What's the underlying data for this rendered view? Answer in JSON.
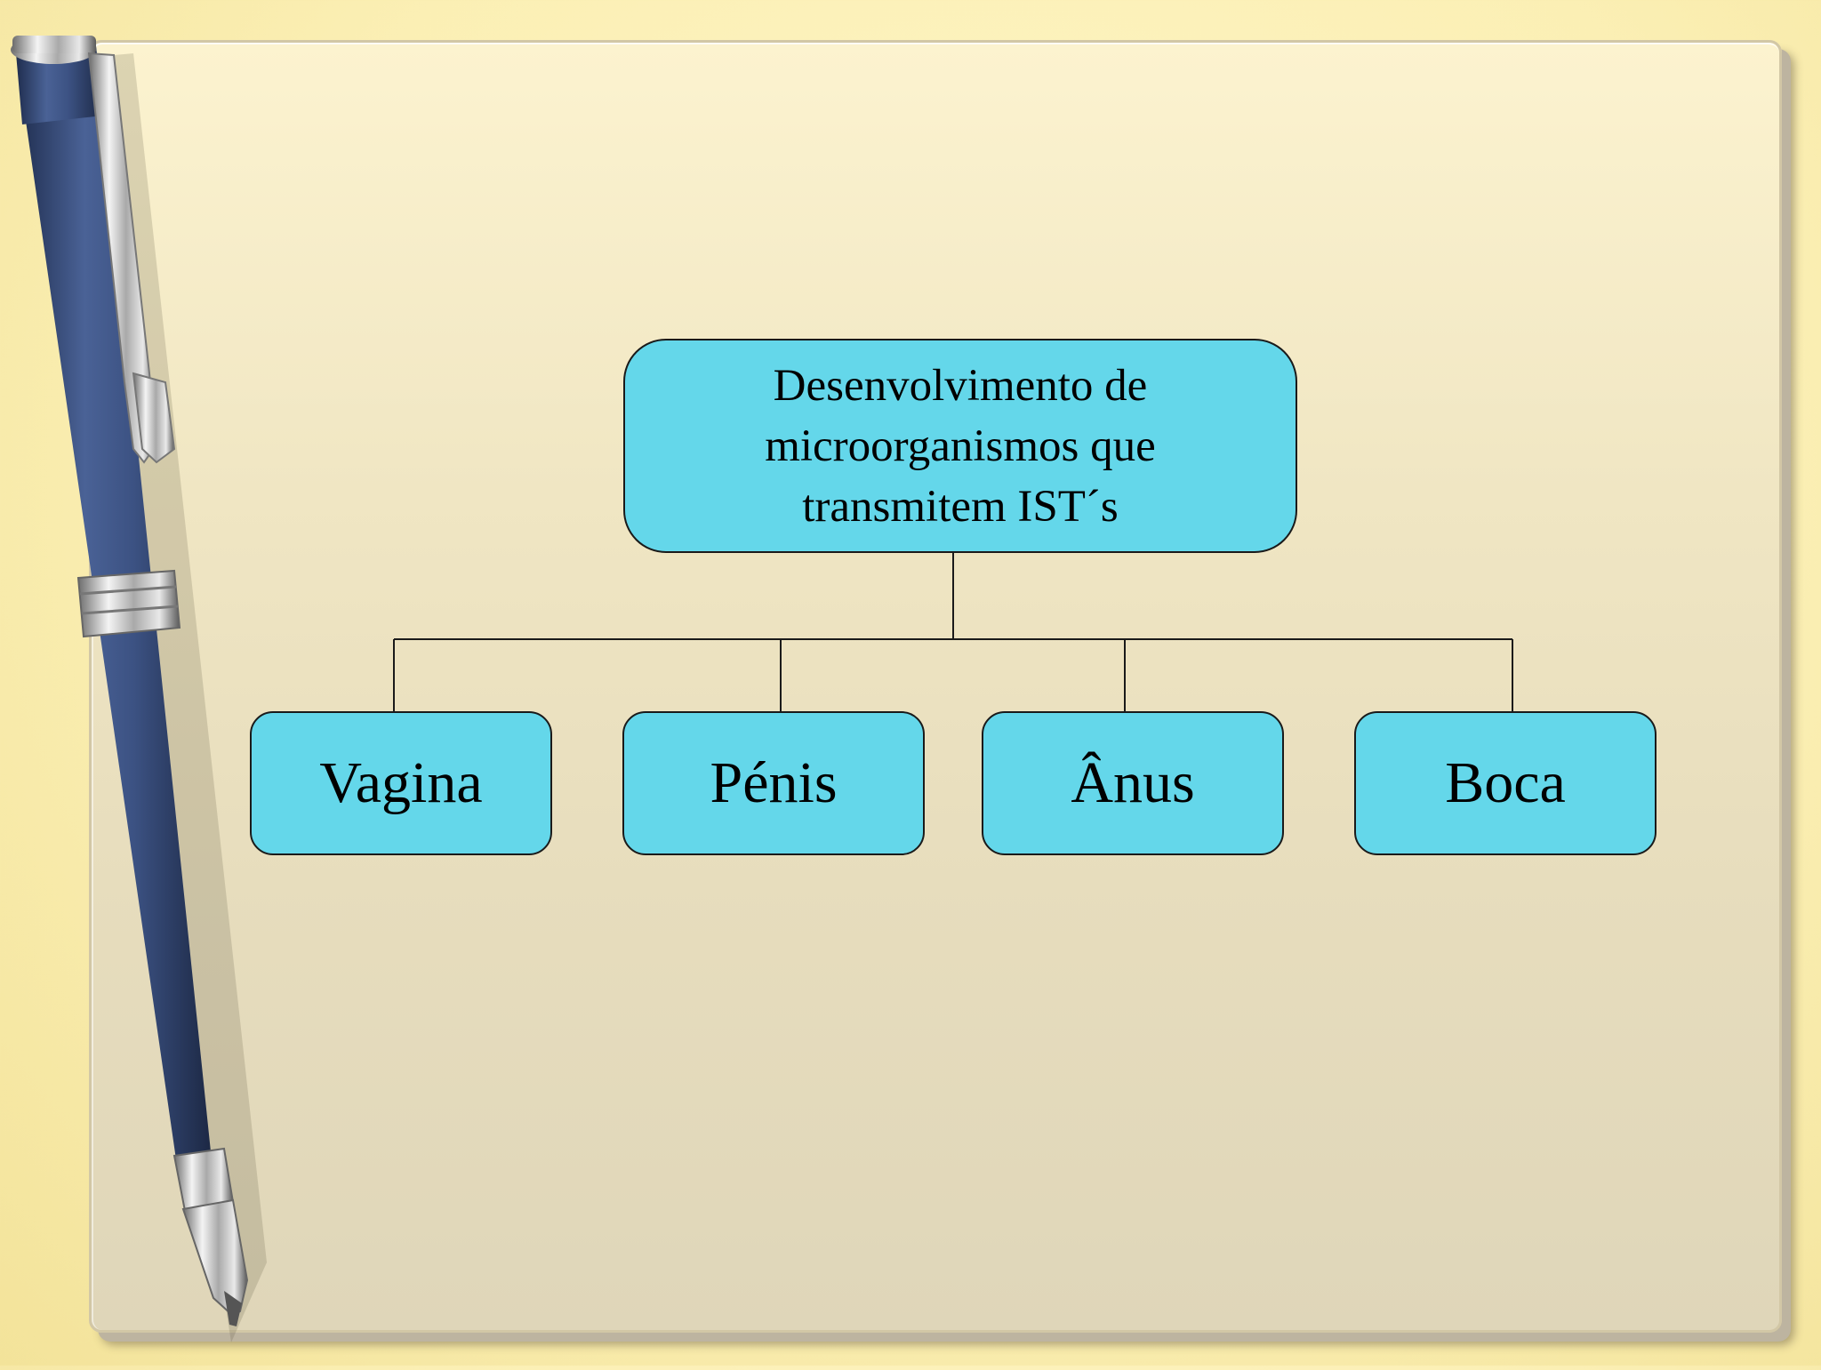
{
  "diagram": {
    "root": {
      "label": "Desenvolvimento de microorganismos que transmitem IST´s"
    },
    "children": [
      {
        "label": "Vagina"
      },
      {
        "label": "Pénis"
      },
      {
        "label": "Ânus"
      },
      {
        "label": "Boca"
      }
    ]
  },
  "colors": {
    "node_fill": "#64d7ea",
    "node_border": "#1a1a1a",
    "background": "#fbefb4",
    "panel": "#efe5c2",
    "pen_body": "#3a4f7e"
  },
  "decorations": {
    "pen": "pen-icon"
  }
}
